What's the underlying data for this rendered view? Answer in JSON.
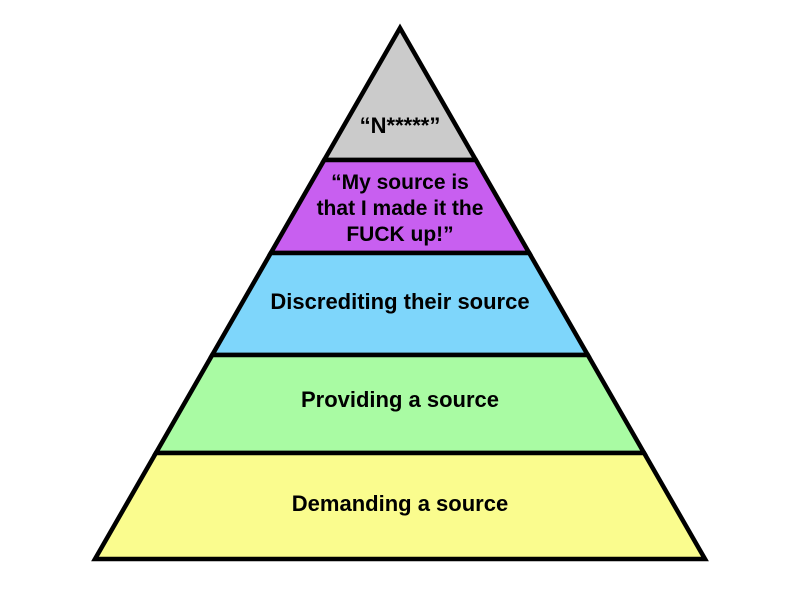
{
  "diagram": {
    "title": "argument-pyramid-meme",
    "background_color": "#ffffff",
    "outline_color": "#000000",
    "text_color": "#000000",
    "tiers": [
      {
        "rank": 1,
        "position": "top",
        "color": "#cbcbcb",
        "lines": [
          "“N*****”"
        ]
      },
      {
        "rank": 2,
        "position": "second",
        "color": "#c85ff0",
        "lines": [
          "“My source is",
          "that I made it the",
          "FUCK up!”"
        ]
      },
      {
        "rank": 3,
        "position": "third",
        "color": "#7ed6fb",
        "lines": [
          "Discrediting their source"
        ]
      },
      {
        "rank": 4,
        "position": "fourth",
        "color": "#a9fba3",
        "lines": [
          "Providing a source"
        ]
      },
      {
        "rank": 5,
        "position": "bottom",
        "color": "#fafc8e",
        "lines": [
          "Demanding a source"
        ]
      }
    ]
  }
}
